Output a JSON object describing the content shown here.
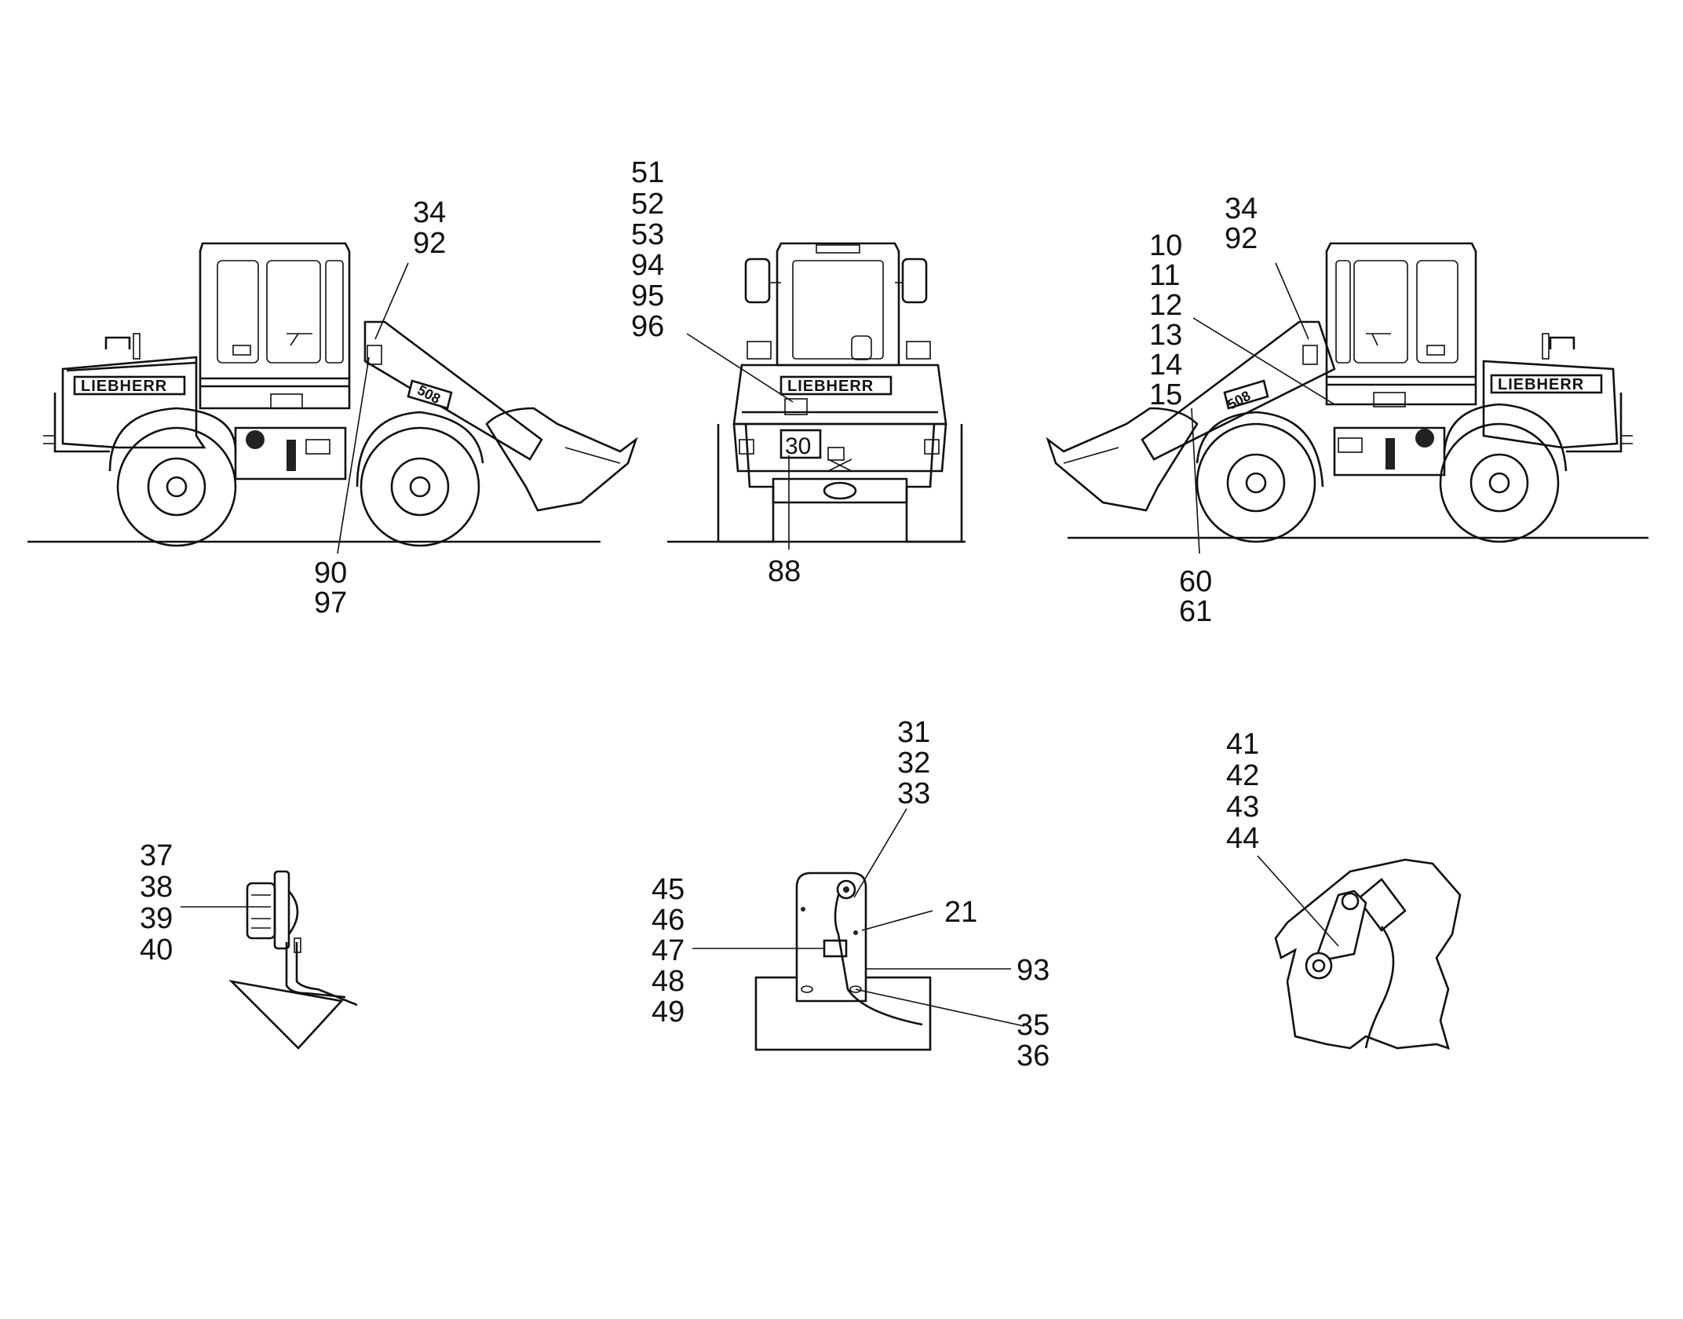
{
  "views": {
    "left_side": {
      "brand": "LIEBHERR",
      "model": "508",
      "callouts_top": [
        "34",
        "92"
      ],
      "callouts_bottom": [
        "90",
        "97"
      ]
    },
    "rear": {
      "brand": "LIEBHERR",
      "plate": "30",
      "callouts_top": [
        "51",
        "52",
        "53",
        "94",
        "95",
        "96"
      ],
      "callouts_bottom": [
        "88"
      ]
    },
    "right_side": {
      "brand": "LIEBHERR",
      "model": "508",
      "callouts_top": [
        "34",
        "92"
      ],
      "callouts_left": [
        "10",
        "11",
        "12",
        "13",
        "14",
        "15"
      ],
      "callouts_bottom": [
        "60",
        "61"
      ]
    }
  },
  "details": {
    "lamp": {
      "callouts": [
        "37",
        "38",
        "39",
        "40"
      ]
    },
    "bracket": {
      "callouts_top": [
        "31",
        "32",
        "33"
      ],
      "callout_21": "21",
      "callouts_left": [
        "45",
        "46",
        "47",
        "48",
        "49"
      ],
      "callout_93": "93",
      "callouts_bottom_right": [
        "35",
        "36"
      ]
    },
    "pivot": {
      "callouts": [
        "41",
        "42",
        "43",
        "44"
      ]
    }
  }
}
